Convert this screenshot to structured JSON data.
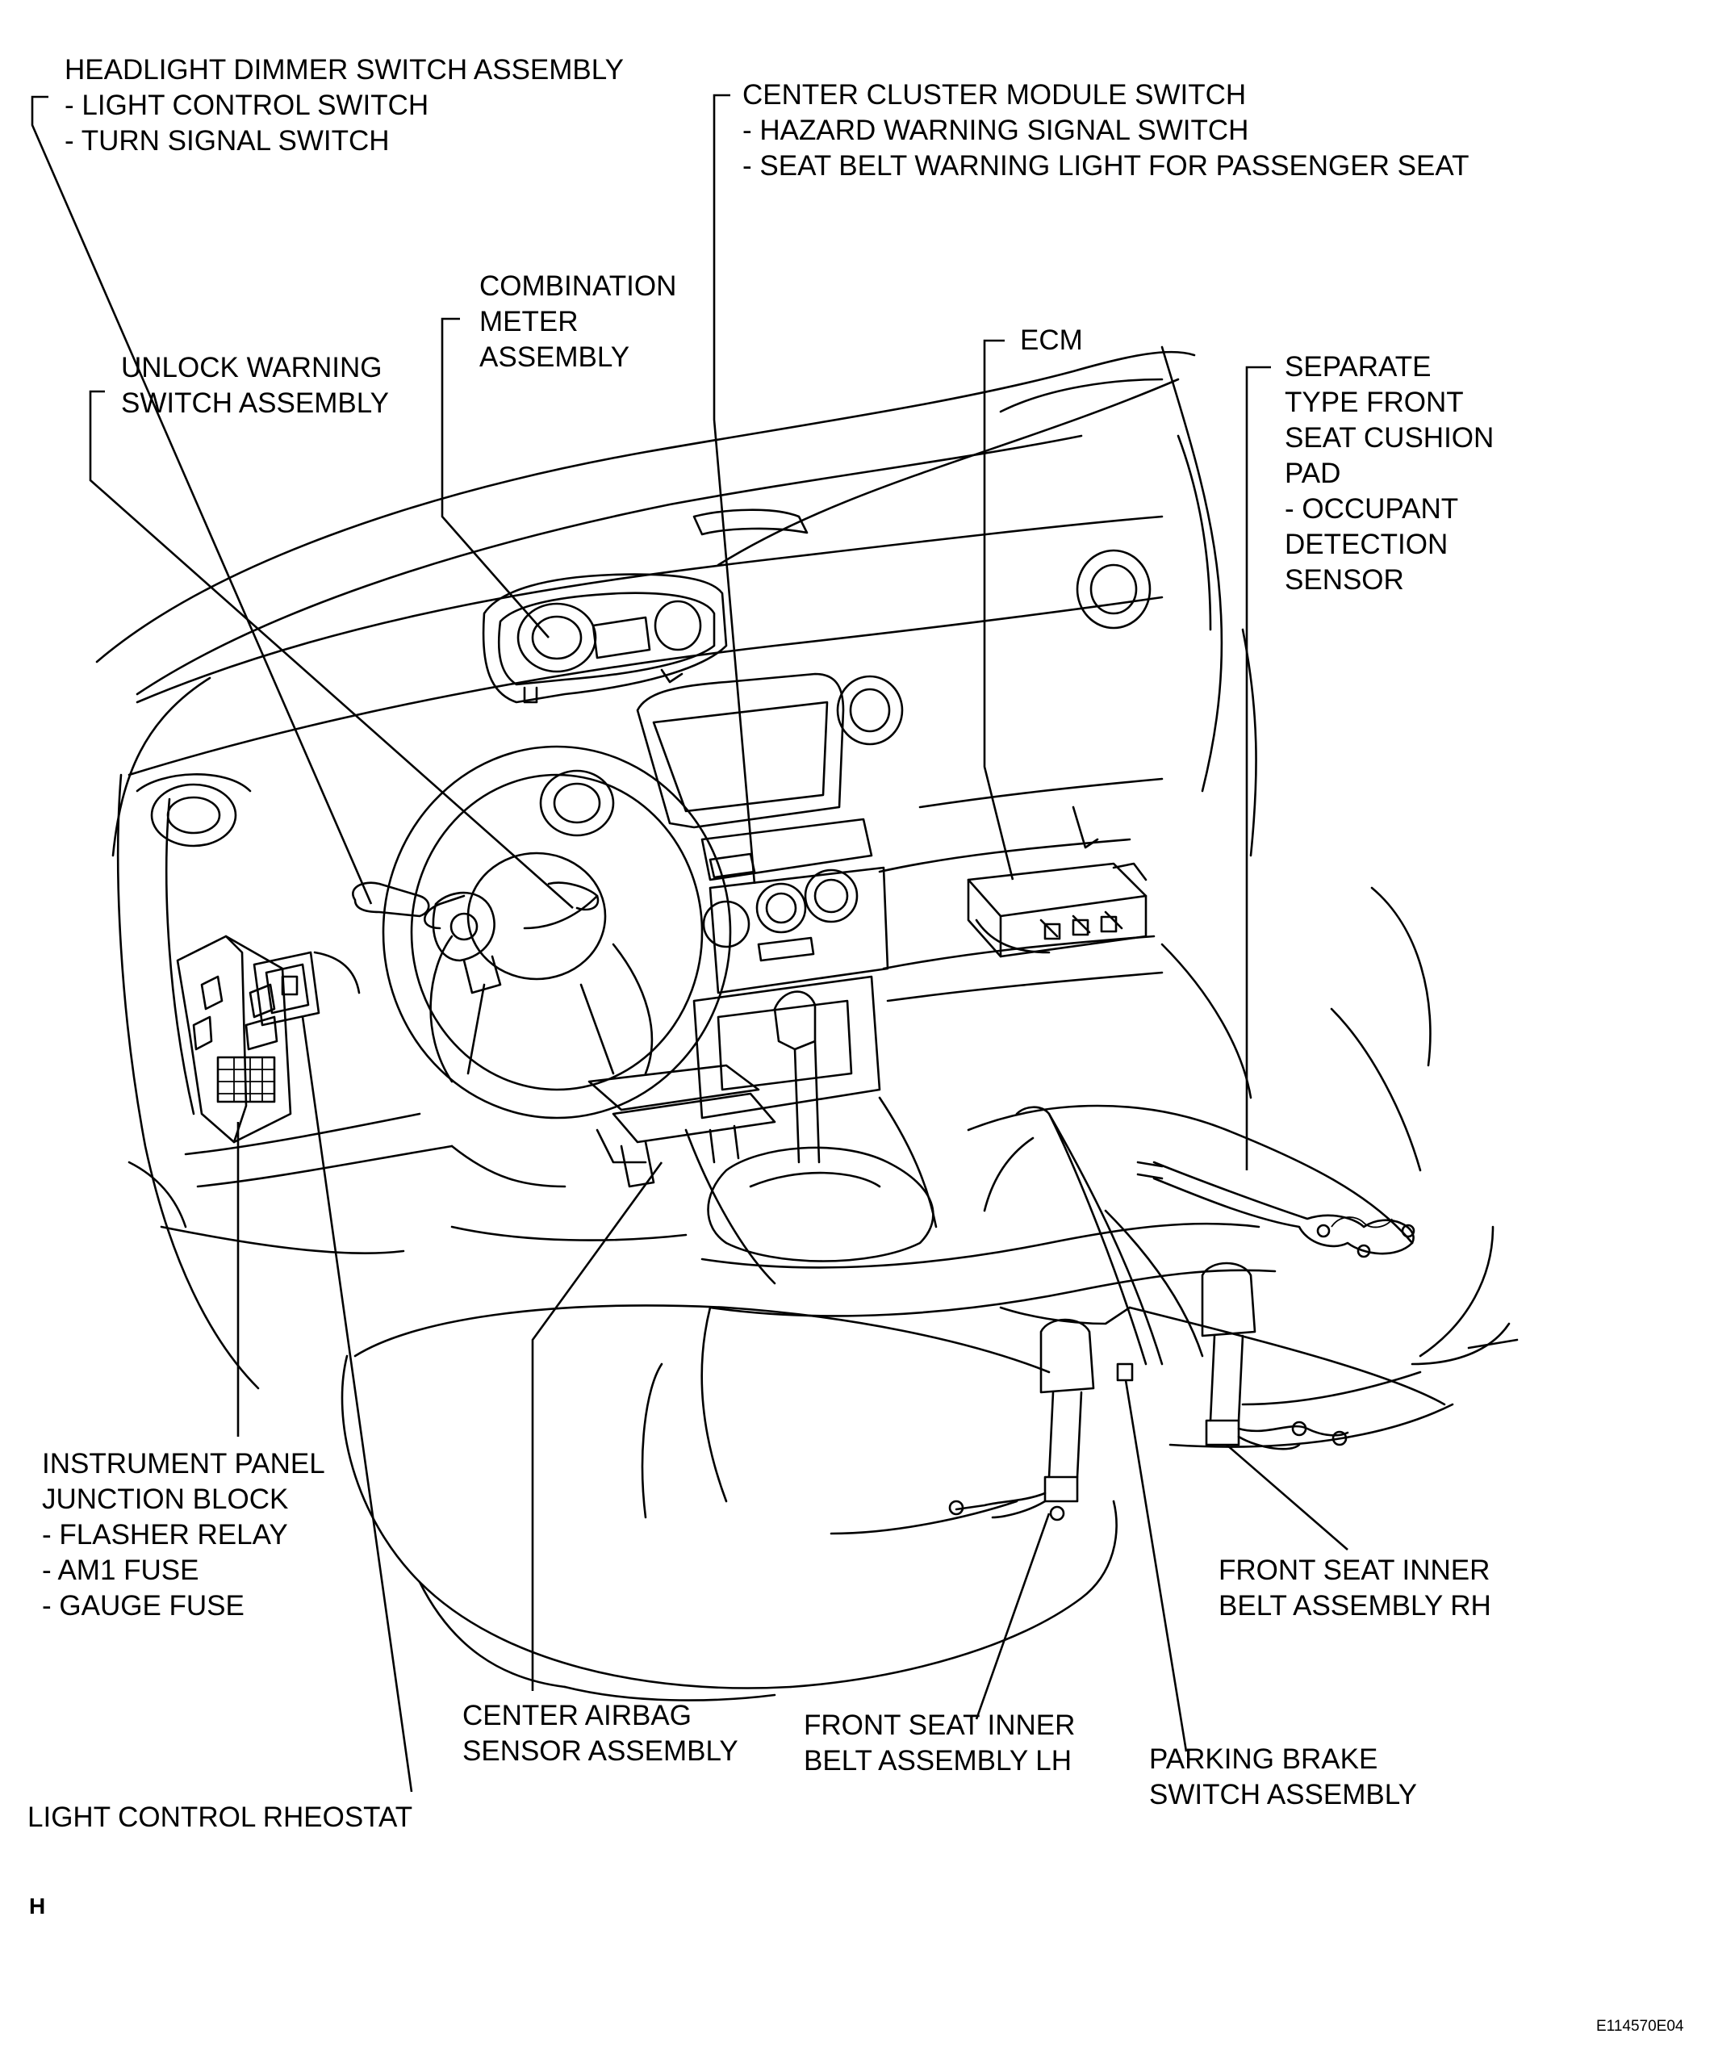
{
  "labels": {
    "headlight_dimmer": [
      "HEADLIGHT DIMMER SWITCH ASSEMBLY",
      "- LIGHT CONTROL SWITCH",
      "- TURN SIGNAL SWITCH"
    ],
    "center_cluster": [
      "CENTER CLUSTER MODULE SWITCH",
      "- HAZARD WARNING SIGNAL SWITCH",
      "- SEAT BELT WARNING LIGHT FOR PASSENGER SEAT"
    ],
    "combination_meter": [
      "COMBINATION",
      "METER",
      "ASSEMBLY"
    ],
    "ecm": [
      "ECM"
    ],
    "unlock_warning": [
      "UNLOCK WARNING",
      "SWITCH ASSEMBLY"
    ],
    "seat_cushion_pad": [
      "SEPARATE",
      "TYPE FRONT",
      "SEAT CUSHION",
      "PAD",
      "- OCCUPANT",
      "DETECTION",
      "SENSOR"
    ],
    "instrument_panel_jb": [
      "INSTRUMENT PANEL",
      "JUNCTION BLOCK",
      "- FLASHER RELAY",
      "- AM1 FUSE",
      "- GAUGE FUSE"
    ],
    "front_belt_rh": [
      "FRONT SEAT INNER",
      "BELT ASSEMBLY RH"
    ],
    "center_airbag": [
      "CENTER AIRBAG",
      "SENSOR ASSEMBLY"
    ],
    "front_belt_lh": [
      "FRONT SEAT INNER",
      "BELT ASSEMBLY LH"
    ],
    "parking_brake": [
      "PARKING BRAKE",
      "SWITCH ASSEMBLY"
    ],
    "light_rheostat": [
      "LIGHT CONTROL RHEOSTAT"
    ]
  },
  "page_letter": "H",
  "figure_code": "E114570E04"
}
